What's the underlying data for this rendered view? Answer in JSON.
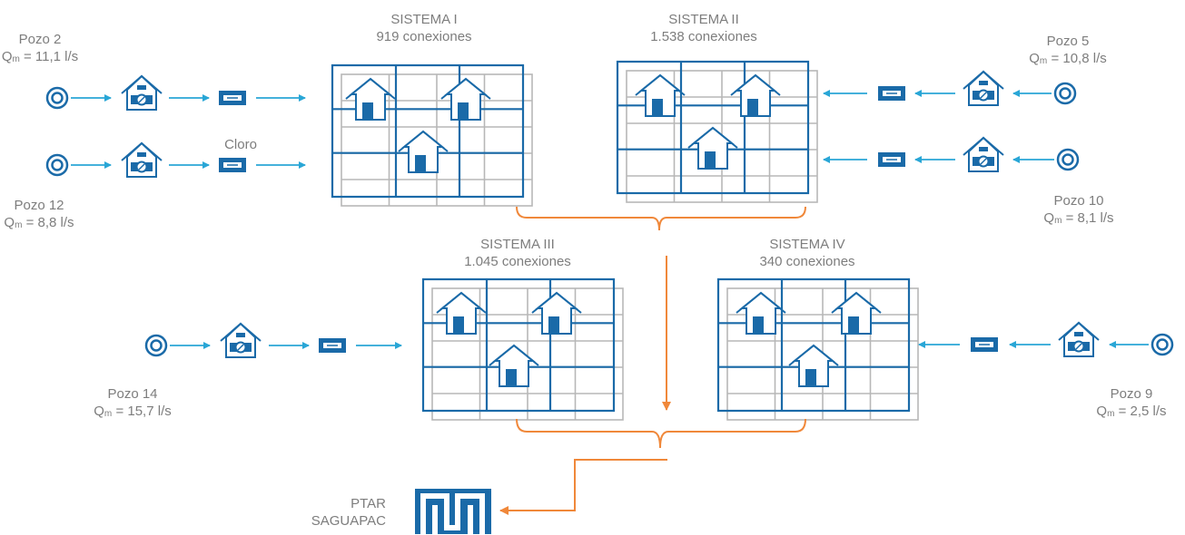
{
  "colors": {
    "blue": "#1a6aa8",
    "cyan": "#29a6d6",
    "grey": "#b7b7b7",
    "orange": "#f0883a",
    "text": "#7d7d7d"
  },
  "systems": [
    {
      "title": "SISTEMA I",
      "connections": "919 conexiones"
    },
    {
      "title": "SISTEMA II",
      "connections": "1.538 conexiones"
    },
    {
      "title": "SISTEMA III",
      "connections": "1.045 conexiones"
    },
    {
      "title": "SISTEMA IV",
      "connections": "340 conexiones"
    }
  ],
  "wells": [
    {
      "name": "Pozo 2",
      "q_symbol": "Q",
      "q_sub": "m",
      "q_value": " = 11,1 l/s"
    },
    {
      "name": "Pozo 12",
      "q_symbol": "Q",
      "q_sub": "m",
      "q_value": " = 8,8 l/s"
    },
    {
      "name": "Pozo 5",
      "q_symbol": "Q",
      "q_sub": "m",
      "q_value": " = 10,8 l/s"
    },
    {
      "name": "Pozo 10",
      "q_symbol": "Q",
      "q_sub": "m",
      "q_value": " = 8,1 l/s"
    },
    {
      "name": "Pozo 14",
      "q_symbol": "Q",
      "q_sub": "m",
      "q_value": " = 15,7 l/s"
    },
    {
      "name": "Pozo 9",
      "q_symbol": "Q",
      "q_sub": "m",
      "q_value": " = 2,5 l/s"
    }
  ],
  "chlorine_label": "Cloro",
  "ptar": {
    "line1": "PTAR",
    "line2": "SAGUAPAC"
  },
  "icons": {
    "well": "well-icon",
    "pump_house": "pump-house-icon",
    "chlorinator": "chlorinator-icon",
    "house": "house-icon",
    "treatment_plant": "treatment-plant-icon"
  }
}
